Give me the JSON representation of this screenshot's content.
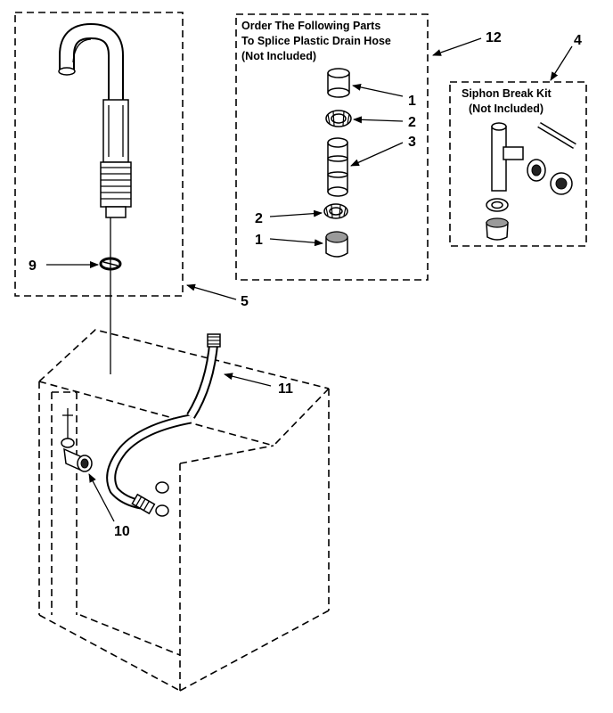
{
  "callouts": {
    "item_1a": "1",
    "item_1b": "1",
    "item_2a": "2",
    "item_2b": "2",
    "item_3": "3",
    "item_4": "4",
    "item_5": "5",
    "item_9": "9",
    "item_10": "10",
    "item_11": "11",
    "item_12": "12"
  },
  "splice_kit": {
    "line1": "Order The Following Parts",
    "line2": "To Splice Plastic Drain Hose",
    "line3": "(Not Included)"
  },
  "siphon_kit": {
    "line1": "Siphon Break Kit",
    "line2": "(Not Included)"
  }
}
